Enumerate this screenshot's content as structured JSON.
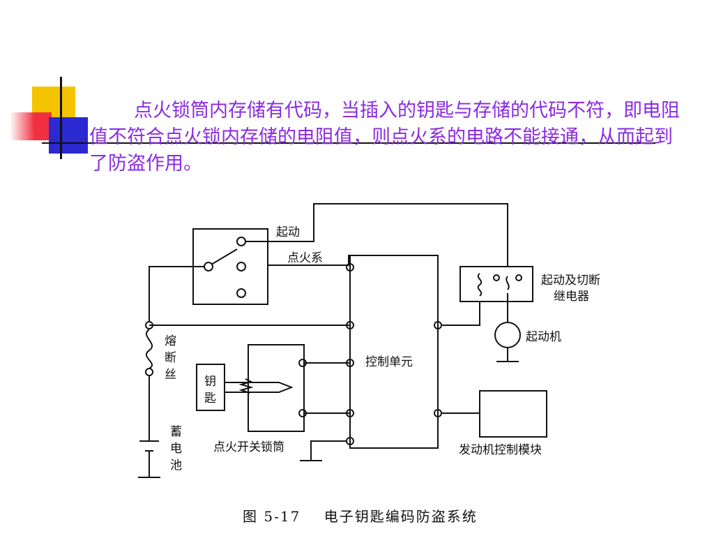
{
  "paragraph": "点火锁筒内存储有代码，当插入的钥匙与存储的代码不符，即电阻值不符合点火锁内存储的电阻值，则点火系的电路不能接通，从而起到了防盗作用。",
  "diagram": {
    "labels": {
      "start": "起动",
      "ignition_system": "点火系",
      "relay_line1": "起动及切断",
      "relay_line2": "继电器",
      "starter_motor": "起动机",
      "fuse_1": "熔",
      "fuse_2": "断",
      "fuse_3": "丝",
      "key_1": "钥",
      "key_2": "匙",
      "control_unit": "控制单元",
      "battery_1": "蓄",
      "battery_2": "电",
      "battery_3": "池",
      "lock_cylinder": "点火开关锁筒",
      "engine_module": "发动机控制模块"
    }
  },
  "caption": "图 5-17    电子钥匙编码防盗系统"
}
